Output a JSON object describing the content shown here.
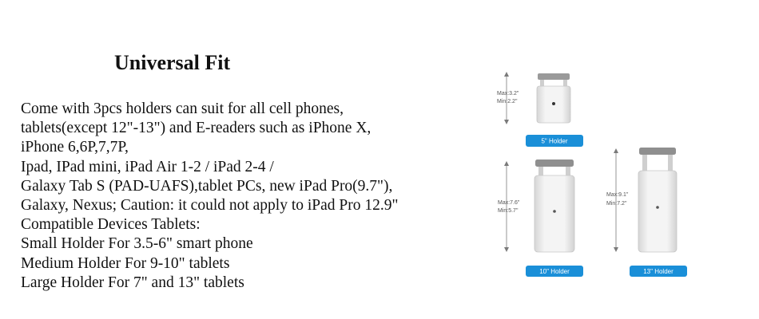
{
  "heading": "Universal Fit",
  "description_lines": [
    "Come with 3pcs holders can suit for all cell phones,",
    "tablets(except 12\"-13\") and E-readers such as iPhone X,",
    "iPhone 6,6P,7,7P,",
    "Ipad, IPad mini, iPad Air 1-2 / iPad 2-4 /",
    "Galaxy Tab S (PAD-UAFS),tablet PCs, new iPad Pro(9.7\"),",
    "Galaxy, Nexus; Caution: it could not apply to iPad Pro 12.9\"",
    "Compatible Devices Tablets:",
    "Small Holder For 3.5-6\" smart phone",
    "Medium Holder For 9-10\" tablets",
    "Large Holder For 7\" and 13\" tablets"
  ],
  "holders": {
    "small": {
      "label": "5\" Holder",
      "max": "Max:3.2\"",
      "min": "Min:2.2\""
    },
    "medium": {
      "label": "10\" Holder",
      "max": "Max:7.6\"",
      "min": "Min:5.7\""
    },
    "large": {
      "label": "13\" Holder",
      "max": "Max:9.1\"",
      "min": "Min:7.2\""
    }
  },
  "colors": {
    "badge": "#1a8fd8",
    "holder_body": "#e9e9e9",
    "holder_dark": "#8a8a8a"
  }
}
